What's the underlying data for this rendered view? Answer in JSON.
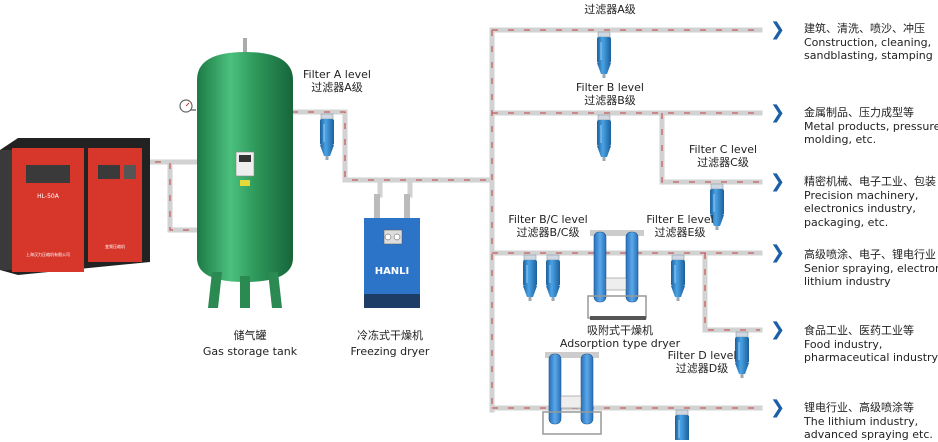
{
  "equipment": {
    "compressor": {
      "model": "HL-50A",
      "brand_text": "上海汉力压缩机有限公司",
      "panel_text": "变频压缩机"
    },
    "tank": {
      "label_cn": "储气罐",
      "label_en": "Gas storage tank"
    },
    "freezing_dryer": {
      "label_cn": "冷冻式干燥机",
      "label_en": "Freezing dryer",
      "brand": "HANLI"
    },
    "adsorption_dryer": {
      "label_cn": "吸附式干燥机",
      "label_en": "Adsorption type dryer"
    }
  },
  "filters": {
    "a_main": {
      "en": "Filter A level",
      "cn": "过滤器A级"
    },
    "a_top": {
      "cn": "过滤器A级"
    },
    "b": {
      "en": "Filter B level",
      "cn": "过滤器B级"
    },
    "c": {
      "en": "Filter C level",
      "cn": "过滤器C级"
    },
    "bc": {
      "en": "Filter B/C level",
      "cn": "过滤器B/C级"
    },
    "e": {
      "en": "Filter E level",
      "cn": "过滤器E级"
    },
    "d": {
      "en": "Filter D level",
      "cn": "过滤器D级"
    }
  },
  "applications": [
    {
      "cn": "建筑、清洗、喷沙、冲压",
      "en1": "Construction, cleaning,",
      "en2": "sandblasting, stamping"
    },
    {
      "cn": "金属制品、压力成型等",
      "en1": "Metal products, pressure",
      "en2": "molding, etc."
    },
    {
      "cn": "精密机械、电子工业、包装",
      "en1": "Precision machinery,",
      "en2": "electronics industry,",
      "en3": "packaging, etc."
    },
    {
      "cn": "高级喷涂、电子、锂电行业",
      "en1": "Senior spraying, electronics",
      "en2": "lithium industry"
    },
    {
      "cn": "食品工业、医药工业等",
      "en1": "Food industry,",
      "en2": "pharmaceutical industry"
    },
    {
      "cn": "锂电行业、高级喷涂等",
      "en1": "The lithium industry,",
      "en2": "advanced spraying etc."
    }
  ],
  "colors": {
    "arrow": "#1a5fa8",
    "pipe": "#d4d4d4",
    "tank": "#2e9a5c",
    "filter": "#2f86c9",
    "compressor": "#d7362b"
  }
}
